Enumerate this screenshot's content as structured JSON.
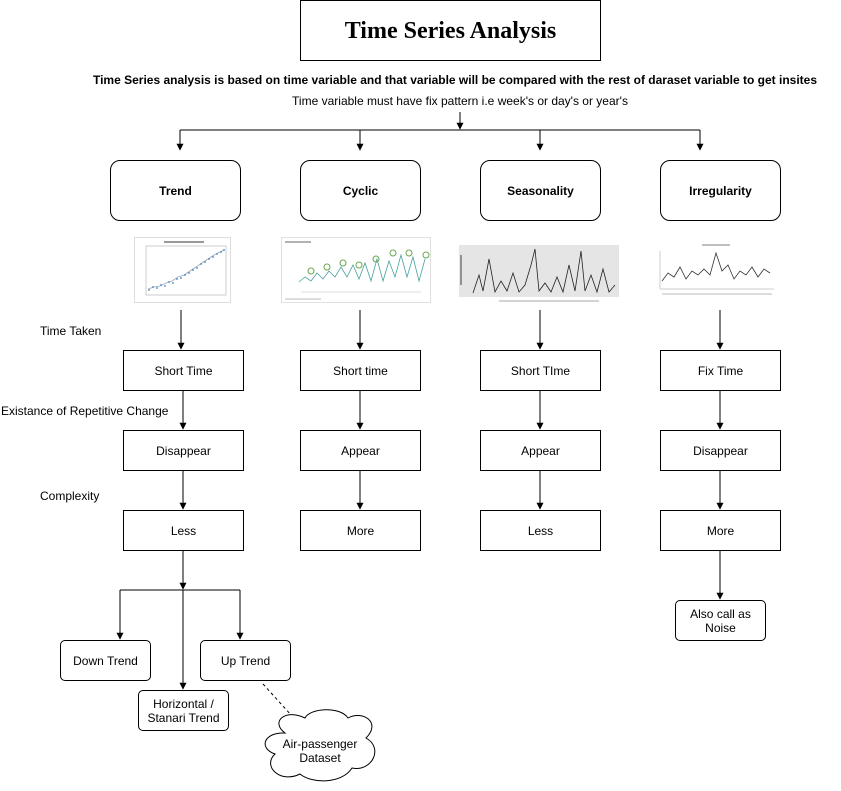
{
  "title": "Time Series Analysis",
  "description": {
    "line1": "Time Series analysis is based on time variable and that variable will be compared with the rest of daraset variable to get insites",
    "line2": "Time variable must have fix pattern i.e week's or day's or year's"
  },
  "row_labels": {
    "time_taken": "Time Taken",
    "repetitive_change": "Existance of Repetitive Change",
    "complexity": "Complexity"
  },
  "categories": [
    {
      "name": "Trend",
      "time_taken": "Short Time",
      "repetitive_change": "Disappear",
      "complexity": "Less"
    },
    {
      "name": "Cyclic",
      "time_taken": "Short time",
      "repetitive_change": "Appear",
      "complexity": "More"
    },
    {
      "name": "Seasonality",
      "time_taken": "Short TIme",
      "repetitive_change": "Appear",
      "complexity": "Less"
    },
    {
      "name": "Irregularity",
      "time_taken": "Fix Time",
      "repetitive_change": "Disappear",
      "complexity": "More"
    }
  ],
  "trend_types": {
    "down": "Down Trend",
    "horizontal": "Horizontal / Stanari Trend",
    "up": "Up Trend"
  },
  "example_dataset": "Air-passenger Dataset",
  "irregularity_note": "Also call as Noise",
  "colors": {
    "stroke": "#000000",
    "thumb_line": "#4a7fc1",
    "thumb_marker": "#6aa84f",
    "seasonal_bg": "#e5e5e5"
  }
}
